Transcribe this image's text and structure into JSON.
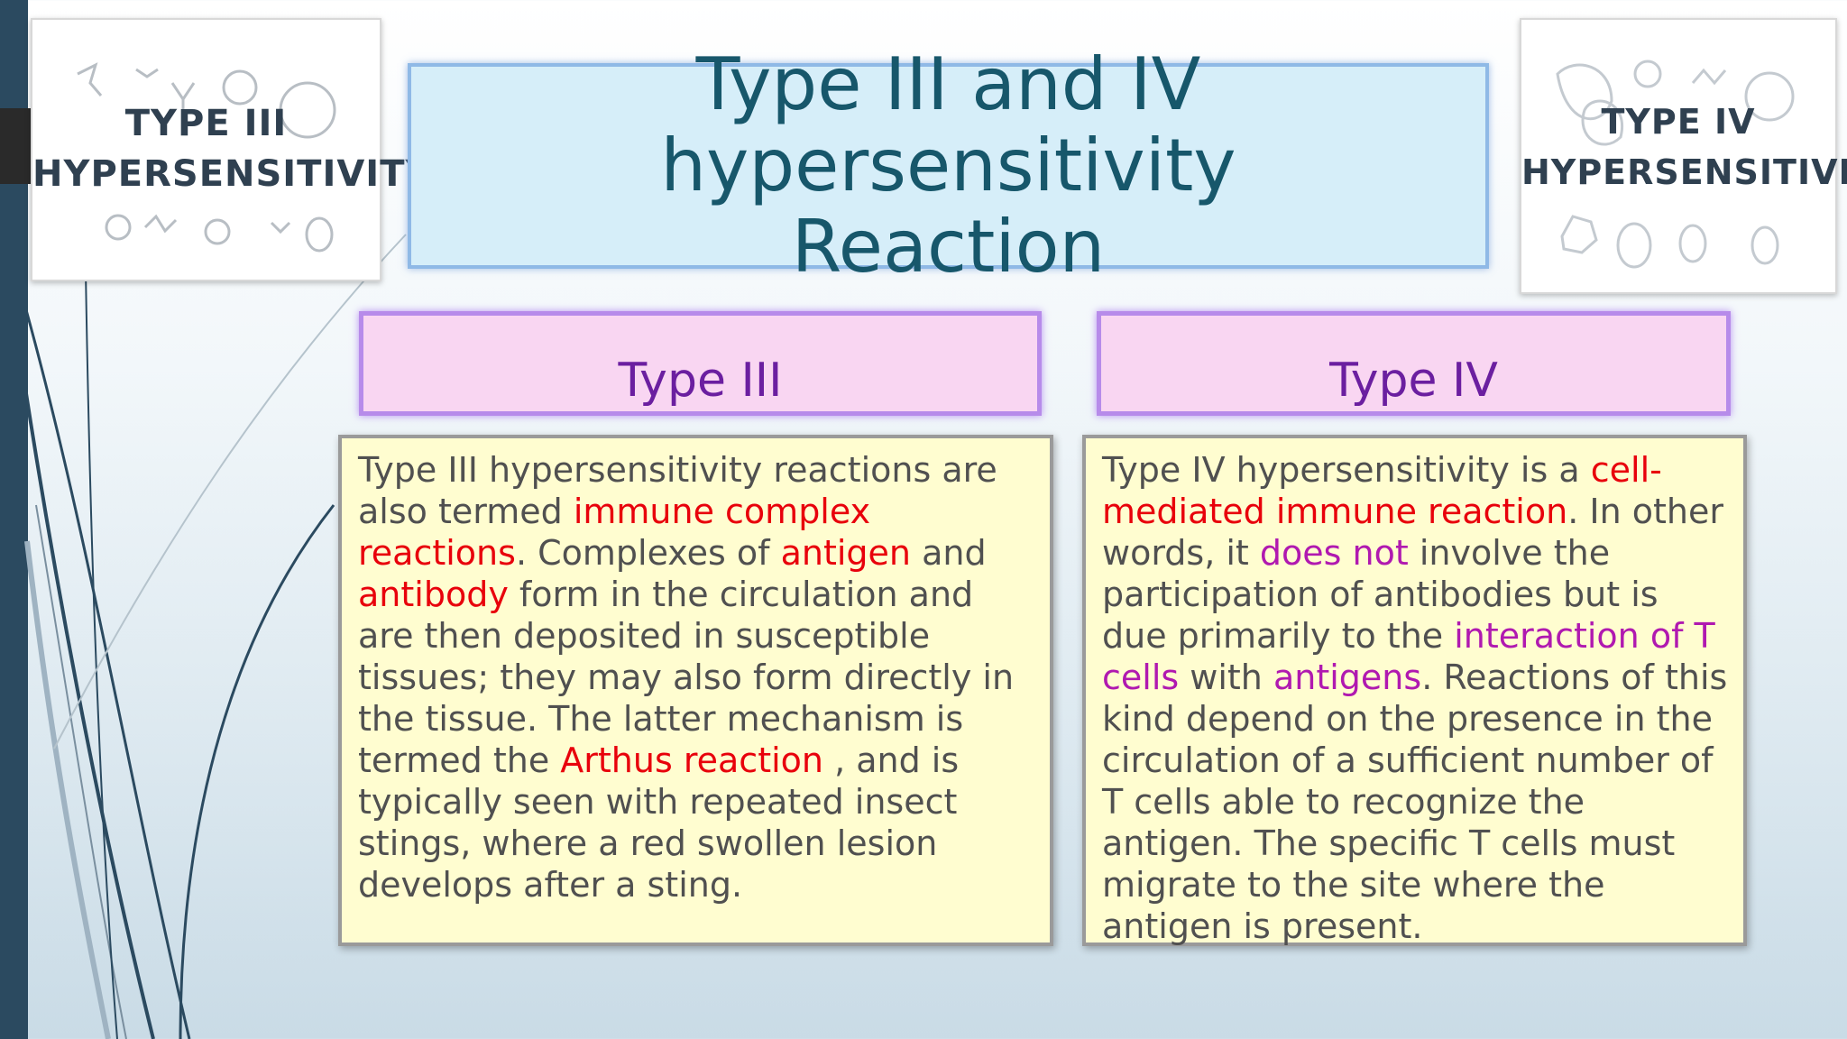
{
  "thumbnails": {
    "left": {
      "line1": "TYPE III",
      "line2": "HYPERSENSITIVITY"
    },
    "right": {
      "line1": "TYPE IV",
      "line2": "HYPERSENSITIVITY"
    }
  },
  "title": {
    "line1": "Type III and IV hypersensitivity",
    "line2": "Reaction"
  },
  "columns": {
    "type3": {
      "heading": "Type III",
      "body": {
        "t1": "Type III hypersensitivity reactions are also termed ",
        "h1": "immune complex reactions",
        "t2": ". Complexes of ",
        "h2": "antigen",
        "t3": " and ",
        "h3": "antibody",
        "t4": " form in the circulation and are then deposited in susceptible tissues; they may also form directly in the tissue. The latter mechanism is termed the ",
        "h4": "Arthus reaction",
        "t5": " , and is typically seen with repeated insect stings, where a red swollen lesion develops after a sting."
      }
    },
    "type4": {
      "heading": "Type IV",
      "body": {
        "t1": "Type IV hypersensitivity is a ",
        "h1": "cell-mediated immune reaction",
        "t2": ". In other words, it ",
        "h2": "does not",
        "t3": " involve the participation of antibodies but is due primarily to the ",
        "h3": "interaction of T cells",
        "t4": " with ",
        "h4": "antigens",
        "t5": ". Reactions of this kind depend on the presence in the circulation of a sufficient number of T cells able to recognize the antigen. The specific T cells must migrate to the site where the antigen is present."
      }
    }
  },
  "colors": {
    "left_bar": "#2b4a60",
    "title_text": "#17576b",
    "heading_text": "#6b1fa0",
    "highlight_red": "#e8000b",
    "highlight_purple": "#b019b0"
  }
}
